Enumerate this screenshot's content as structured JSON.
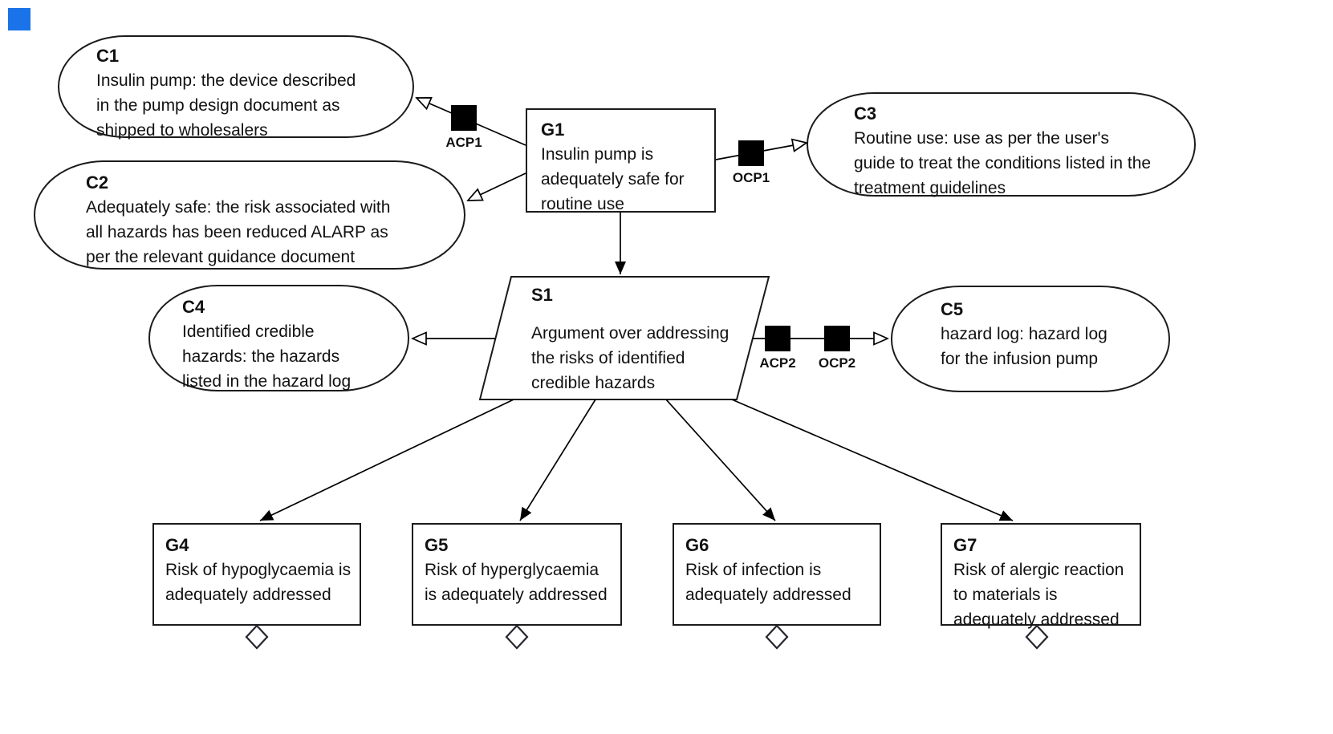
{
  "corner_marker": {
    "color": "#1a73e8"
  },
  "nodes": {
    "c1": {
      "id": "C1",
      "lines": [
        "Insulin pump: the device described",
        "in the pump design document as",
        "shipped to wholesalers"
      ]
    },
    "c2": {
      "id": "C2",
      "lines": [
        "Adequately safe: the risk associated with",
        "all hazards has been reduced ALARP as",
        "per the relevant guidance document"
      ]
    },
    "g1": {
      "id": "G1",
      "lines": [
        "Insulin pump is",
        "adequately safe for",
        "routine use"
      ]
    },
    "c3": {
      "id": "C3",
      "lines": [
        "Routine use: use as per the user's",
        "guide to treat the conditions listed in the",
        "treatment guidelines"
      ]
    },
    "s1": {
      "id": "S1",
      "lines": [
        "Argument over addressing",
        "the risks of identified",
        "credible hazards"
      ]
    },
    "c4": {
      "id": "C4",
      "lines": [
        "Identified credible",
        "hazards: the hazards",
        "listed in the hazard log"
      ]
    },
    "c5": {
      "id": "C5",
      "lines": [
        "hazard log: hazard log",
        "for the infusion pump"
      ]
    },
    "g4": {
      "id": "G4",
      "lines": [
        "Risk of hypoglycaemia is",
        "adequately addressed"
      ]
    },
    "g5": {
      "id": "G5",
      "lines": [
        "Risk of hyperglycaemia",
        "is adequately addressed"
      ]
    },
    "g6": {
      "id": "G6",
      "lines": [
        "Risk of infection is",
        "adequately addressed"
      ]
    },
    "g7": {
      "id": "G7",
      "lines": [
        "Risk of alergic reaction",
        "to materials is",
        "adequately addressed"
      ]
    }
  },
  "connector_labels": {
    "acp1": "ACP1",
    "ocp1": "OCP1",
    "acp2": "ACP2",
    "ocp2": "OCP2"
  }
}
